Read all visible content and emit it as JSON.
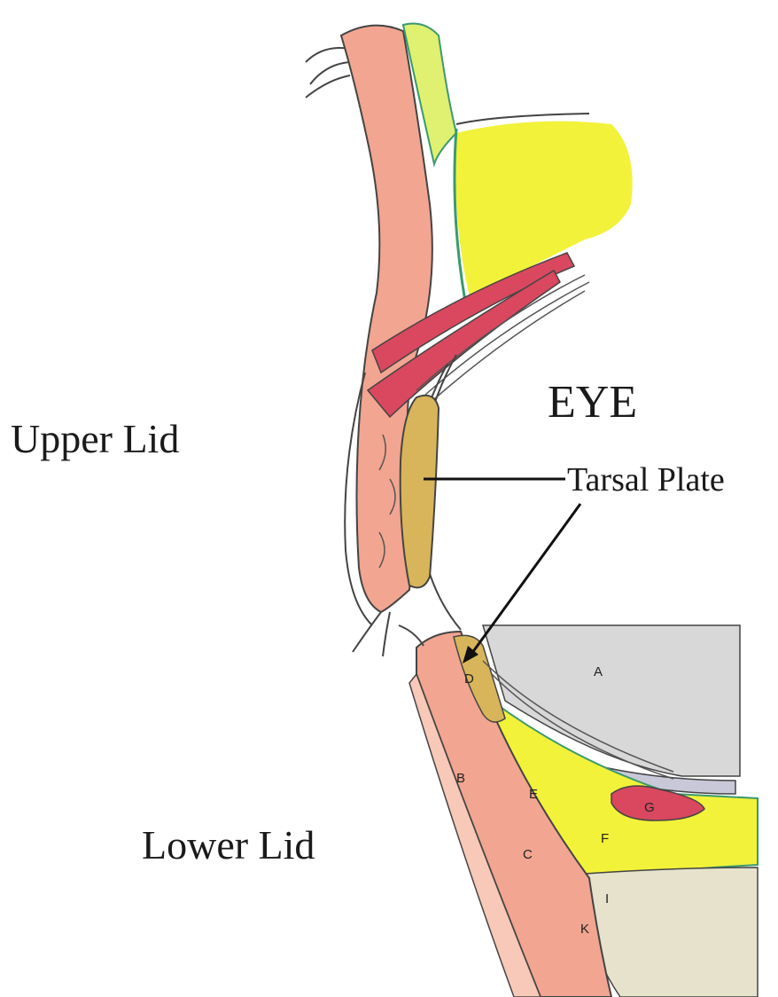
{
  "labels": {
    "eye": "EYE",
    "upper_lid": "Upper Lid",
    "lower_lid": "Lower Lid",
    "tarsal_plate": "Tarsal Plate"
  },
  "region_letters": {
    "a": "A",
    "b": "B",
    "c": "C",
    "d": "D",
    "e": "E",
    "f": "F",
    "g": "G",
    "i": "I",
    "k": "K"
  },
  "colors": {
    "skin": "#f2a590",
    "skin_light": "#f8c8b8",
    "fat": "#f2f23a",
    "fat_light": "#e8f070",
    "muscle": "#d9485f",
    "tarsus": "#d8b55a",
    "conjunctiva": "#3a9a70",
    "globe": "#d8d8d8",
    "bone": "#e6e2cc",
    "line": "#333333"
  }
}
